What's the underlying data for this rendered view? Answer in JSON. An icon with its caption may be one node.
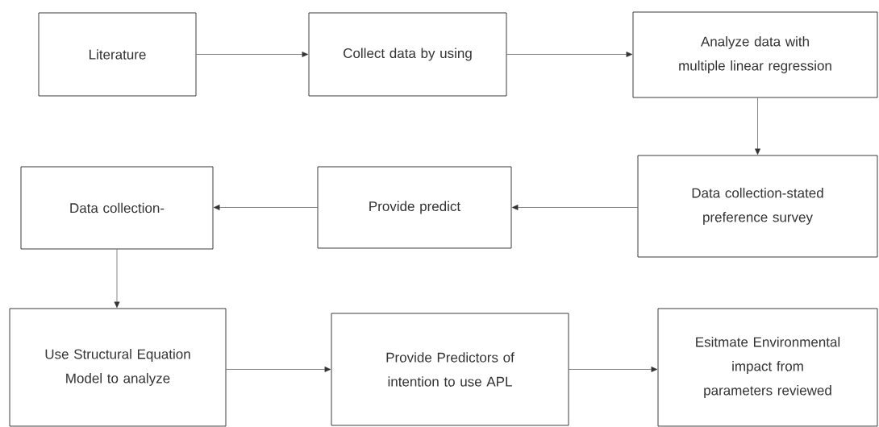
{
  "diagram": {
    "nodes": [
      {
        "text": [
          "Literature"
        ]
      },
      {
        "text": [
          "Collect data by using"
        ]
      },
      {
        "text": [
          "Analyze data with multiple linear regression"
        ]
      },
      {
        "text": [
          "Data collection-stated preference survey"
        ]
      },
      {
        "text": [
          "Provide predict"
        ]
      },
      {
        "text": [
          "Data collection-"
        ]
      },
      {
        "text": [
          "Use Structural Equation Model to analyze"
        ]
      },
      {
        "text": [
          "Provide Predictors of intention to use APL"
        ]
      },
      {
        "text": [
          "Esitmate Environmental impact from parameters reviewed"
        ]
      }
    ],
    "edges": [
      {
        "from": 0,
        "to": 1,
        "arrow": "to"
      },
      {
        "from": 1,
        "to": 2,
        "arrow": "to"
      },
      {
        "from": 2,
        "to": 3,
        "arrow": "to"
      },
      {
        "from": 3,
        "to": 4,
        "arrow": "to"
      },
      {
        "from": 4,
        "to": 5,
        "arrow": "to"
      },
      {
        "from": 5,
        "to": 6,
        "arrow": "to"
      },
      {
        "from": 6,
        "to": 7,
        "arrow": "to"
      },
      {
        "from": 7,
        "to": 8,
        "arrow": "to"
      }
    ]
  }
}
